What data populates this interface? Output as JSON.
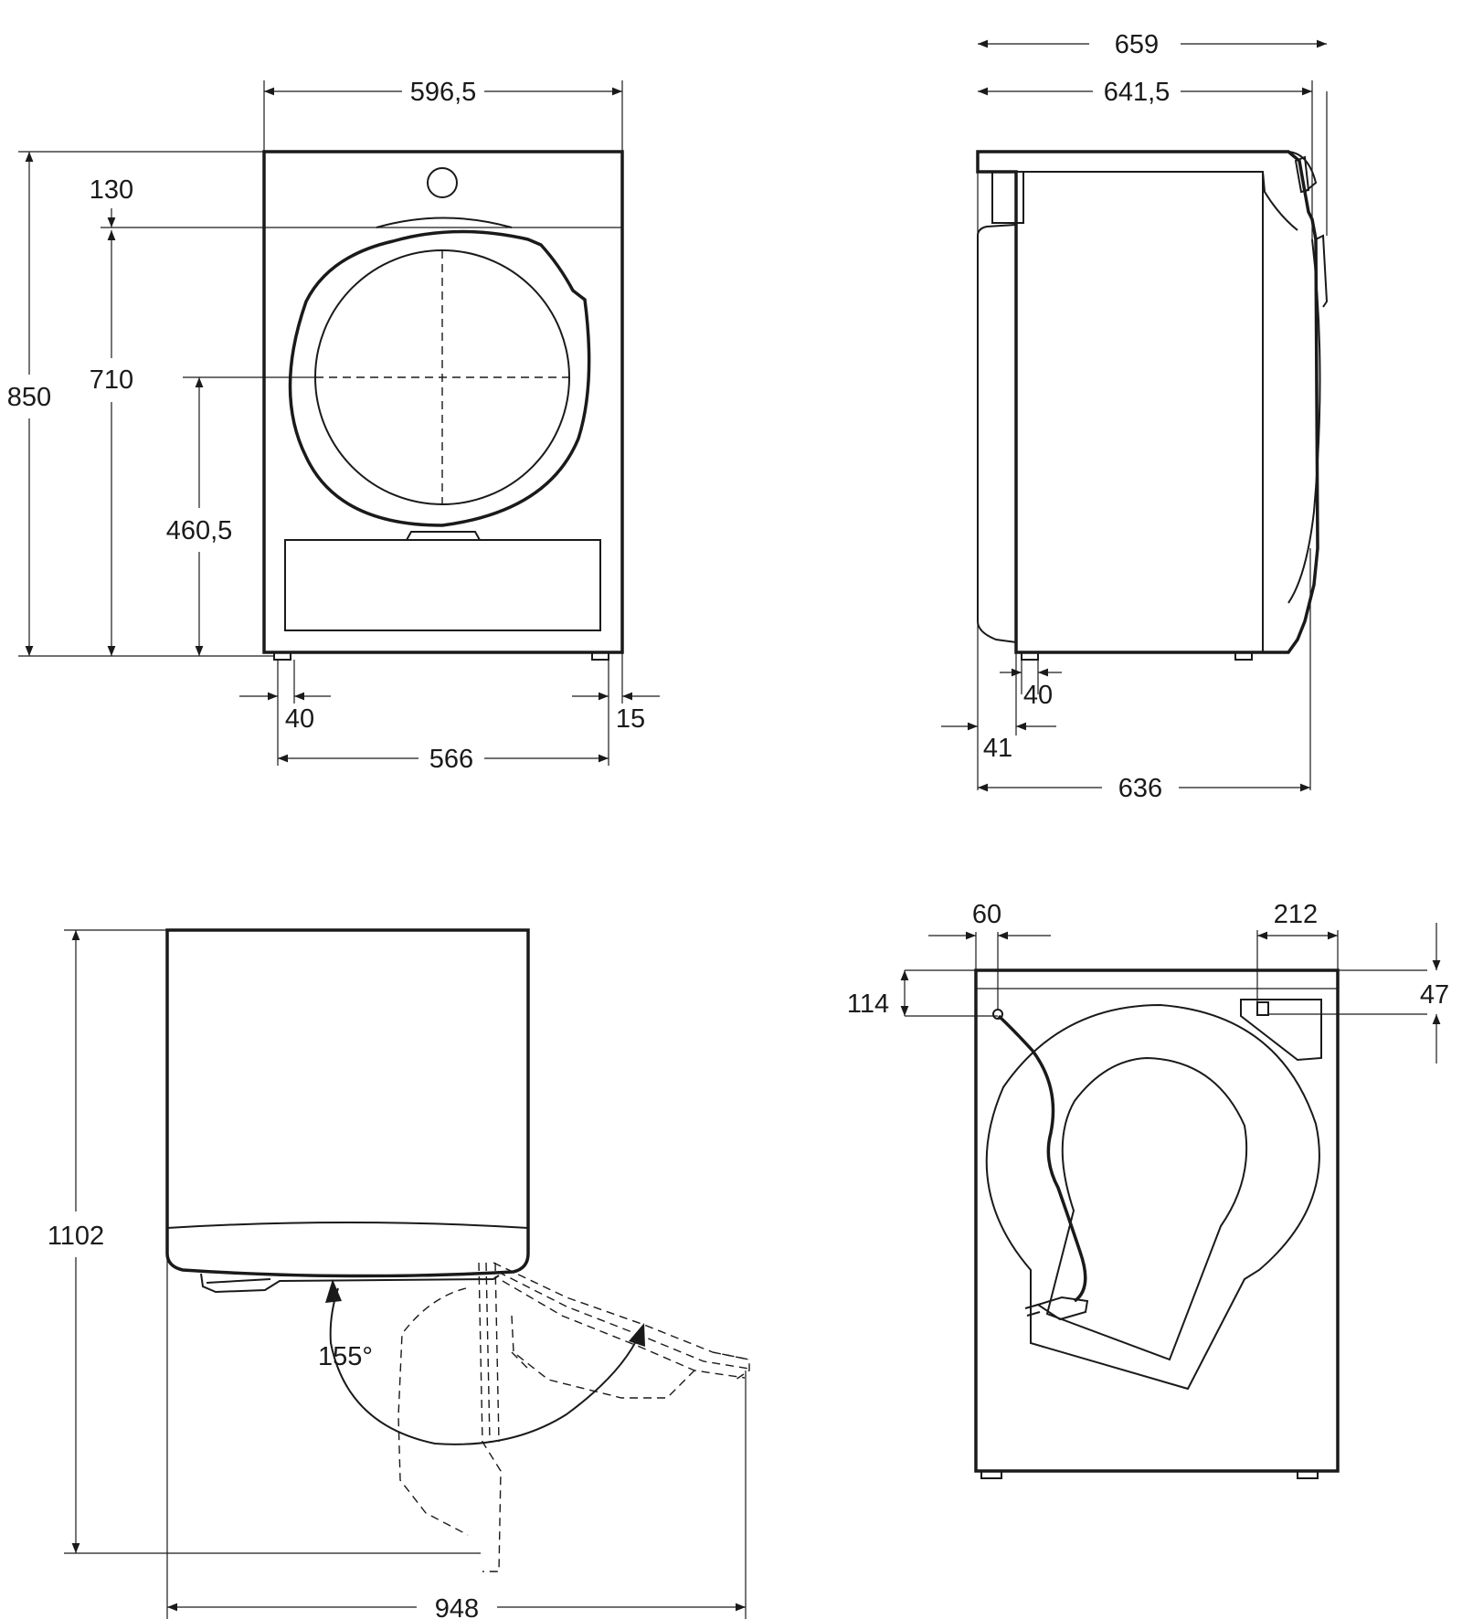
{
  "colors": {
    "line": "#1a1a1a",
    "background": "#ffffff"
  },
  "front_view": {
    "width_top": "596,5",
    "height_total": "850",
    "panel_height": "130",
    "door_height": "710",
    "door_center_height": "460,5",
    "foot_inset_left": "40",
    "foot_inset_right": "15",
    "foot_span": "566"
  },
  "side_view": {
    "depth_total": "659",
    "depth_with_door": "641,5",
    "foot_depth": "40",
    "back_offset": "41",
    "depth_body": "636"
  },
  "top_view": {
    "height_door_open": "1102",
    "door_angle": "155°",
    "depth_door_open": "948"
  },
  "rear_view": {
    "cable_offset_x": "60",
    "cable_offset_y": "114",
    "vent_width": "212",
    "vent_offset_y": "47"
  }
}
